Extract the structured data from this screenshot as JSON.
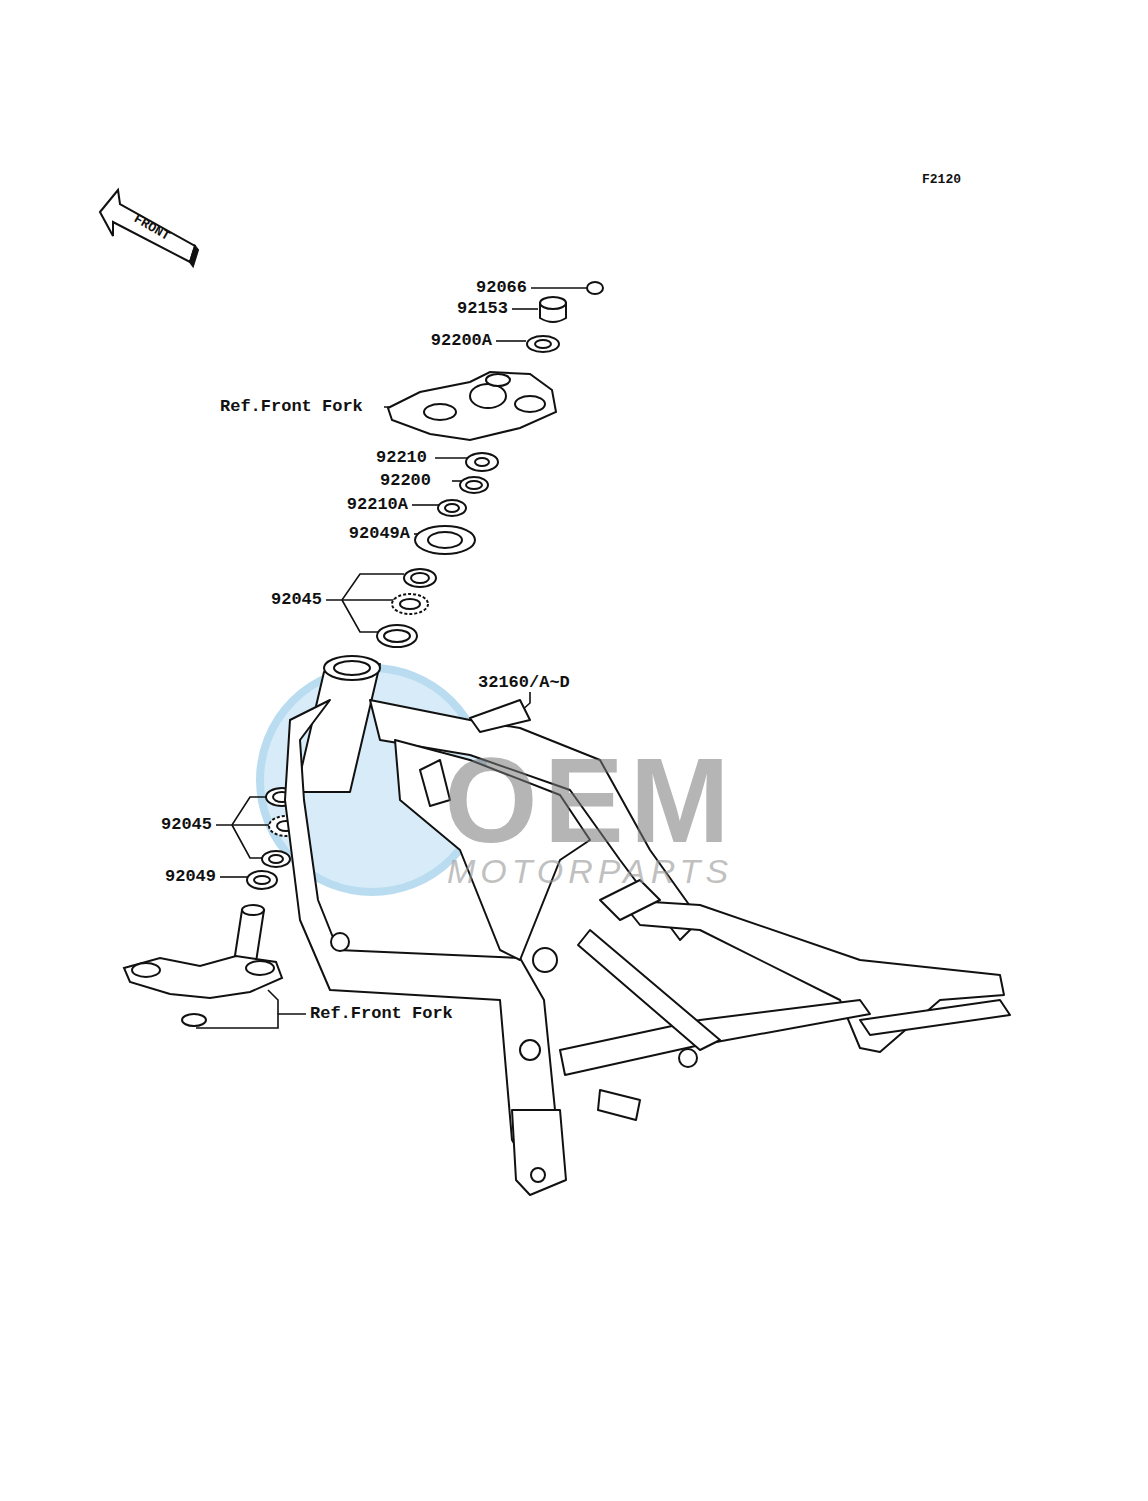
{
  "diagram": {
    "labels": [
      "F2120",
      "FRONT",
      "92066",
      "92153",
      "92200A",
      "Ref.Front Fork",
      "92210",
      "92200",
      "92210A",
      "92049A",
      "92045",
      "32160/A~D",
      "92045",
      "92049",
      "Ref.Front Fork",
      "OEM",
      "MOTORPARTS"
    ]
  }
}
